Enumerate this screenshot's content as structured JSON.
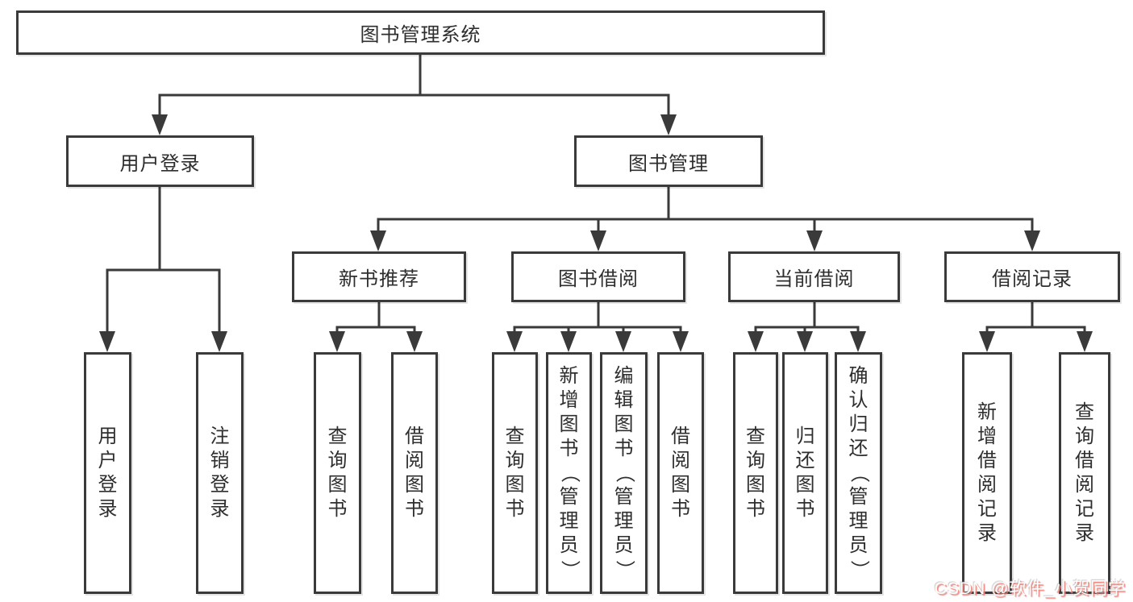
{
  "tree": {
    "label": "图书管理系统",
    "children": [
      {
        "label": "用户登录",
        "children": [
          {
            "label": "用户登录"
          },
          {
            "label": "注销登录"
          }
        ]
      },
      {
        "label": "图书管理",
        "children": [
          {
            "label": "新书推荐",
            "children": [
              {
                "label": "查询图书"
              },
              {
                "label": "借阅图书"
              }
            ]
          },
          {
            "label": "图书借阅",
            "children": [
              {
                "label": "查询图书"
              },
              {
                "label": "新增图书（管理员）"
              },
              {
                "label": "编辑图书（管理员）"
              },
              {
                "label": "借阅图书"
              }
            ]
          },
          {
            "label": "当前借阅",
            "children": [
              {
                "label": "查询图书"
              },
              {
                "label": "归还图书"
              },
              {
                "label": "确认归还（管理员）"
              }
            ]
          },
          {
            "label": "借阅记录",
            "children": [
              {
                "label": "新增借阅记录"
              },
              {
                "label": "查询借阅记录"
              }
            ]
          }
        ]
      }
    ]
  },
  "watermark": {
    "text": "CSDN @软件_小贺同学"
  },
  "colors": {
    "line": "#3a3a3a",
    "box_border": "#3a3a3a",
    "box_fill": "#ffffff",
    "text": "#2e2e2e",
    "watermark_text": "#ffffff",
    "watermark_shadow": "#f48278"
  }
}
